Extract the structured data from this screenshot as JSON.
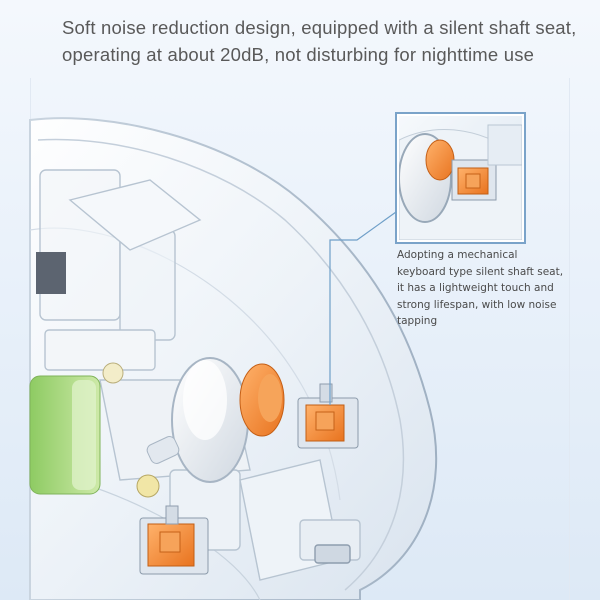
{
  "headline": {
    "line1": "Soft noise reduction design, equipped with a silent shaft seat,",
    "line2": "operating at about 20dB, not disturbing for nighttime use"
  },
  "callout": {
    "line1": "Adopting a mechanical",
    "line2": "keyboard type silent shaft seat,",
    "line3": "it has a lightweight touch and",
    "line4": "strong lifespan, with low noise",
    "line5": "tapping"
  },
  "colors": {
    "background": "#e9f1fa",
    "headline_text": "#595959",
    "caption_text": "#4a4a4a",
    "switch_orange": "#f08a3a",
    "battery_green": "#a8d77a",
    "leader_line": "#6f9fc8"
  }
}
